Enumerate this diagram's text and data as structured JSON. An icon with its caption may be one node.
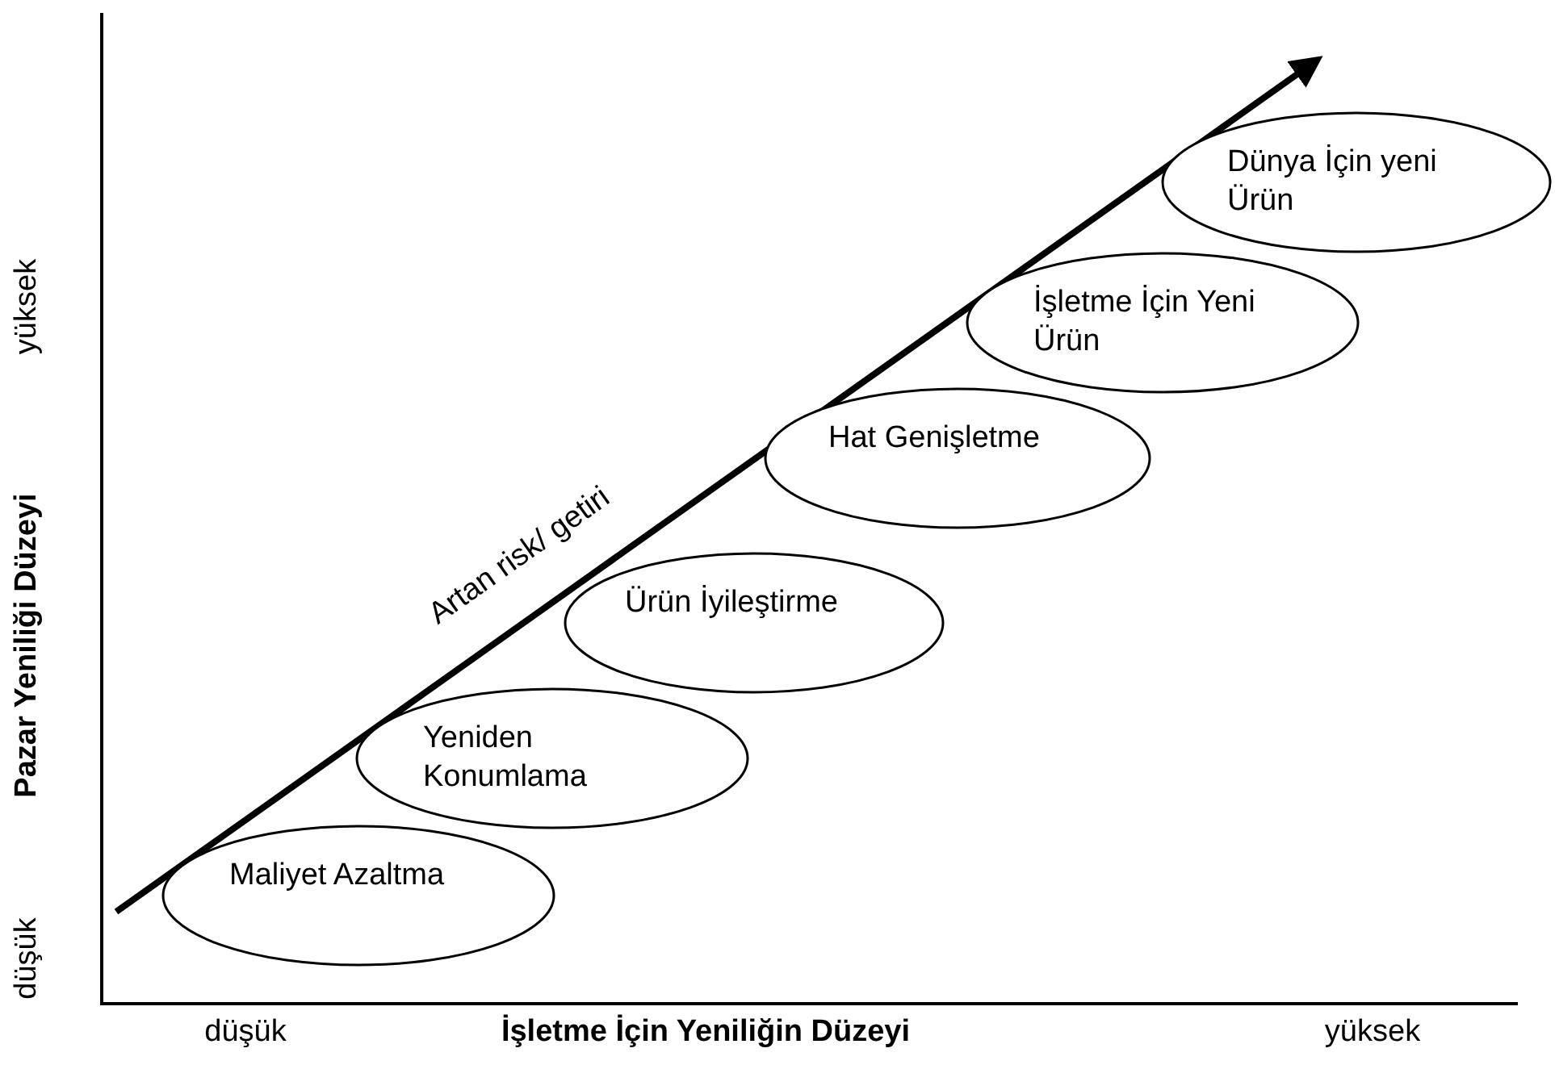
{
  "diagram": {
    "nodes": [
      {
        "text": [
          "Maliyet Azaltma"
        ]
      },
      {
        "text": [
          "Yeniden Konumlama"
        ]
      },
      {
        "text": [
          "Ürün İyileştirme"
        ]
      },
      {
        "text": [
          "Hat Genişletme"
        ]
      },
      {
        "text": [
          "İşletme İçin Yeni Ürün"
        ]
      },
      {
        "text": [
          "Dünya İçin yeni Ürün"
        ]
      }
    ],
    "labels": [
      "Artan risk/ getiri",
      "yüksek",
      "Pazar Yeniliği Düzeyi",
      "düşük",
      "düşük",
      "İşletme İçin Yeniliğin Düzeyi",
      "yüksek"
    ]
  }
}
